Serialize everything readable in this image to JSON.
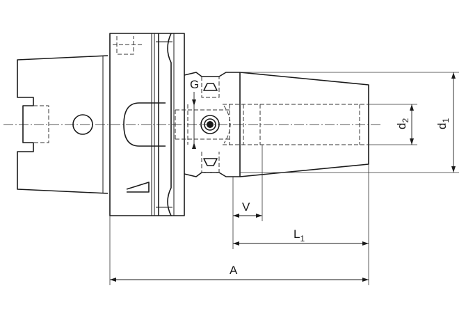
{
  "labels": {
    "G": "G",
    "V": "V",
    "L": "L",
    "L_sub": "1",
    "A": "A",
    "d2": "d",
    "d2_sub": "2",
    "d1": "d",
    "d1_sub": "1"
  }
}
